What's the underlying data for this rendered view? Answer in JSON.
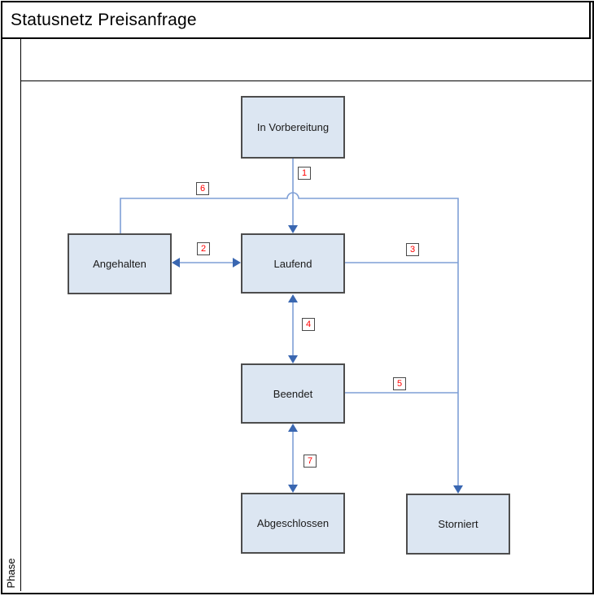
{
  "title": "Statusnetz Preisanfrage",
  "phase_label": "Phase",
  "nodes": {
    "in_vorbereitung": {
      "label": "In Vorbereitung"
    },
    "angehalten": {
      "label": "Angehalten"
    },
    "laufend": {
      "label": "Laufend"
    },
    "beendet": {
      "label": "Beendet"
    },
    "abgeschlossen": {
      "label": "Abgeschlossen"
    },
    "storniert": {
      "label": "Storniert"
    }
  },
  "markers": {
    "m1": "1",
    "m2": "2",
    "m3": "3",
    "m4": "4",
    "m5": "5",
    "m6": "6",
    "m7": "7"
  },
  "edges": [
    {
      "id": "1",
      "from": "In Vorbereitung",
      "to": "Laufend",
      "bidirectional": false
    },
    {
      "id": "2",
      "from": "Angehalten",
      "to": "Laufend",
      "bidirectional": true
    },
    {
      "id": "3",
      "from": "Laufend",
      "to": "Storniert",
      "bidirectional": false
    },
    {
      "id": "4",
      "from": "Laufend",
      "to": "Beendet",
      "bidirectional": true
    },
    {
      "id": "5",
      "from": "Beendet",
      "to": "Storniert",
      "bidirectional": false
    },
    {
      "id": "6",
      "from": "Angehalten",
      "to": "Storniert",
      "bidirectional": false
    },
    {
      "id": "7",
      "from": "Beendet",
      "to": "Abgeschlossen",
      "bidirectional": true
    }
  ],
  "colors": {
    "node_fill": "#dce6f2",
    "node_border": "#4d4d4d",
    "connector_line": "#7f9fd6",
    "arrowhead": "#3a67b1",
    "marker_text": "#ff0000",
    "marker_border": "#4a4a4a",
    "frame_border": "#000000",
    "background": "#ffffff"
  }
}
